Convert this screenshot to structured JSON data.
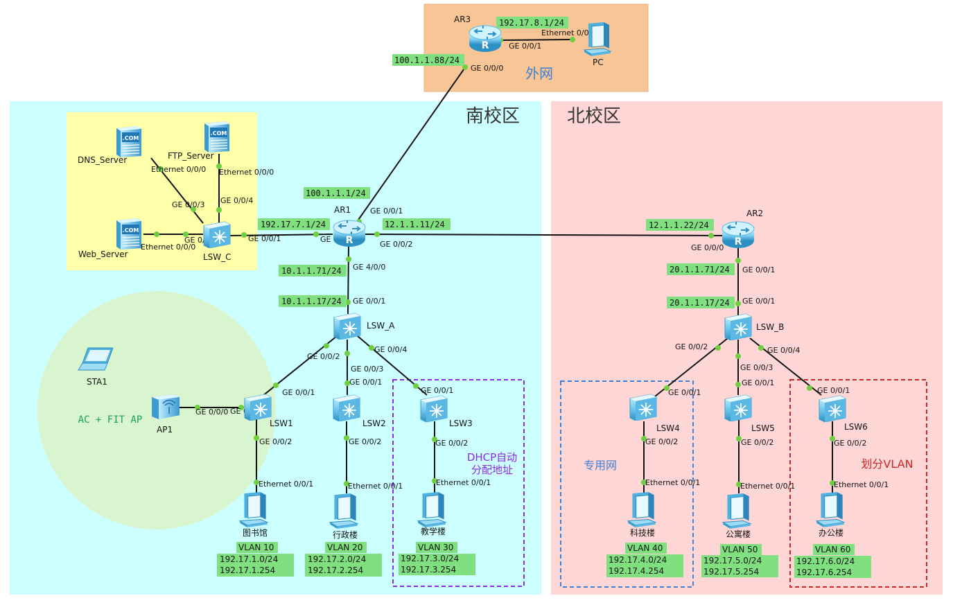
{
  "zones": {
    "external": "外网",
    "south": "南校区",
    "north": "北校区",
    "wireless": "AC + FIT AP",
    "dhcp": "DHCP自动\n分配地址",
    "private_net": "专用网",
    "vlan_divide": "划分VLAN"
  },
  "devices": {
    "ar3": "AR3",
    "pc": "PC",
    "ar1": "AR1",
    "ar2": "AR2",
    "lsw_c": "LSW_C",
    "lsw_a": "LSW_A",
    "lsw_b": "LSW_B",
    "lsw1": "LSW1",
    "lsw2": "LSW2",
    "lsw3": "LSW3",
    "lsw4": "LSW4",
    "lsw5": "LSW5",
    "lsw6": "LSW6",
    "dns": "DNS_Server",
    "ftp": "FTP_Server",
    "web": "Web_Server",
    "sta1": "STA1",
    "ap1": "AP1",
    "host_library": "图书馆",
    "host_admin": "行政楼",
    "host_teaching": "教学楼",
    "host_tech": "科技楼",
    "host_dorm": "公寓楼",
    "host_office": "办公楼"
  },
  "ips": {
    "ar3_pc": "192.17.8.1/24",
    "ar3_wan": "100.1.1.88/24",
    "ar1_wan": "100.1.1.1/24",
    "ar1_lan": "192.17.7.1/24",
    "ar1_ar2": "12.1.1.11/24",
    "ar2_ar1": "12.1.1.22/24",
    "ar1_core": "10.1.1.71/24",
    "lswa_up": "10.1.1.17/24",
    "ar2_core": "20.1.1.71/24",
    "lswb_up": "20.1.1.17/24"
  },
  "ports": {
    "ar3_pc": "GE 0/0/1",
    "pc_eth": "Ethernet 0/0/1",
    "ar3_wan": "GE 0/0/0",
    "ar1_up": "GE 0/0/1",
    "ar1_lan": "GE 0/0/0",
    "ar1_ar2": "GE 0/0/2",
    "ar1_down": "GE 4/0/0",
    "ar2_left": "GE 0/0/0",
    "ar2_down": "GE 0/0/1",
    "lswc_up": "GE 0/0/1",
    "lswc_web": "GE 0/0/2",
    "lswc_dns": "GE 0/0/3",
    "lswc_ftp": "GE 0/0/4",
    "dns_eth": "Ethernet 0/0/0",
    "ftp_eth": "Ethernet 0/0/0",
    "web_eth": "Ethernet 0/0/0",
    "lswa_up": "GE 0/0/1",
    "lswa_p2": "GE 0/0/2",
    "lswa_p3": "GE 0/0/3",
    "lswa_p4": "GE 0/0/4",
    "lsw1_up": "GE 0/0/1",
    "lsw1_ap": "GE 0/0/3",
    "ap1_eth": "GE 0/0/0",
    "lsw1_down": "GE 0/0/2",
    "lsw2_up": "GE 0/0/1",
    "lsw2_down": "GE 0/0/2",
    "lsw3_up": "GE 0/0/1",
    "lsw3_down": "GE 0/0/2",
    "host1_eth": "Ethernet 0/0/1",
    "host2_eth": "Ethernet 0/0/1",
    "host3_eth": "Ethernet 0/0/1",
    "lswb_up": "GE 0/0/1",
    "lswb_p2": "GE 0/0/2",
    "lswb_p3": "GE 0/0/3",
    "lswb_p4": "GE 0/0/4",
    "lsw4_up": "GE 0/0/1",
    "lsw4_down": "GE 0/0/2",
    "lsw5_up": "GE 0/0/1",
    "lsw5_down": "GE 0/0/2",
    "lsw6_up": "GE 0/0/1",
    "lsw6_down": "GE 0/0/2",
    "host4_eth": "Ethernet 0/0/1",
    "host5_eth": "Ethernet 0/0/1",
    "host6_eth": "Ethernet 0/0/1"
  },
  "vlans": {
    "v10": [
      "VLAN 10",
      "192.17.1.0/24",
      "192.17.1.254"
    ],
    "v20": [
      "VLAN 20",
      "192.17.2.0/24",
      "192.17.2.254"
    ],
    "v30": [
      "VLAN 30",
      "192.17.3.0/24",
      "192.17.3.254"
    ],
    "v40": [
      "VLAN 40",
      "192.17.4.0/24",
      "192.17.4.254"
    ],
    "v50": [
      "VLAN 50",
      "192.17.5.0/24",
      "192.17.5.254"
    ],
    "v60": [
      "VLAN 60",
      "192.17.6.0/24",
      "192.17.6.254"
    ]
  },
  "colors": {
    "external_zone": "#F8C597",
    "south_zone": "#CCFFFF",
    "north_zone": "#FFD6D6",
    "server_zone": "#FFFFAA",
    "wireless_zone": "#D9F5D0",
    "ip_label": "#80E080",
    "port_dot": "#6FCF3F",
    "zone_title_blue": "#3D7FD3",
    "dhcp_purple": "#8A2BE2",
    "vlan_red": "#C62828",
    "wifi_green": "#1E9E5A"
  }
}
